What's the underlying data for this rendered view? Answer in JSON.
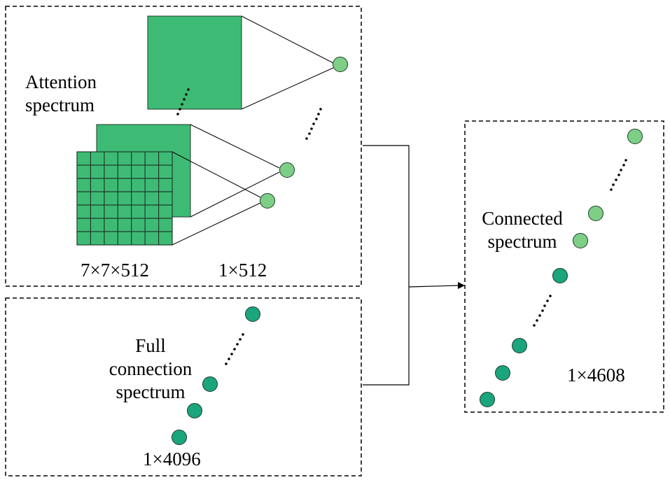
{
  "attention": {
    "label_line1": "Attention",
    "label_line2": "spectrum",
    "dim_input": "7×7×512",
    "dim_output": "1×512"
  },
  "full_connection": {
    "label_line1": "Full",
    "label_line2": "connection",
    "label_line3": "spectrum",
    "dim": "1×4096"
  },
  "connected": {
    "label_line1": "Connected",
    "label_line2": "spectrum",
    "dim": "1×4608"
  },
  "colors": {
    "feature_map": "#3dbb74",
    "node_light": "#7ecf86",
    "node_dark": "#1aa57c",
    "stroke": "#1f3a2a"
  }
}
